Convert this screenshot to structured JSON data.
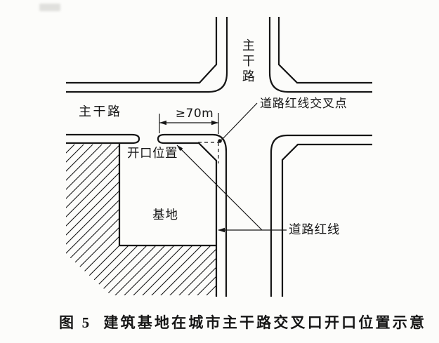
{
  "figure": {
    "caption_label": "图 5",
    "caption_title": "建筑基地在城市主干路交叉口开口位置示意"
  },
  "labels": {
    "road_top": "主干路",
    "road_left": "主干路",
    "redline_intersection_point": "道路红线交叉点",
    "dimension": "≥70m",
    "opening_position": "开口位置",
    "site": "基地",
    "road_redline": "道路红线"
  },
  "colors": {
    "line": "#161616",
    "background": "#fcfcfa"
  }
}
